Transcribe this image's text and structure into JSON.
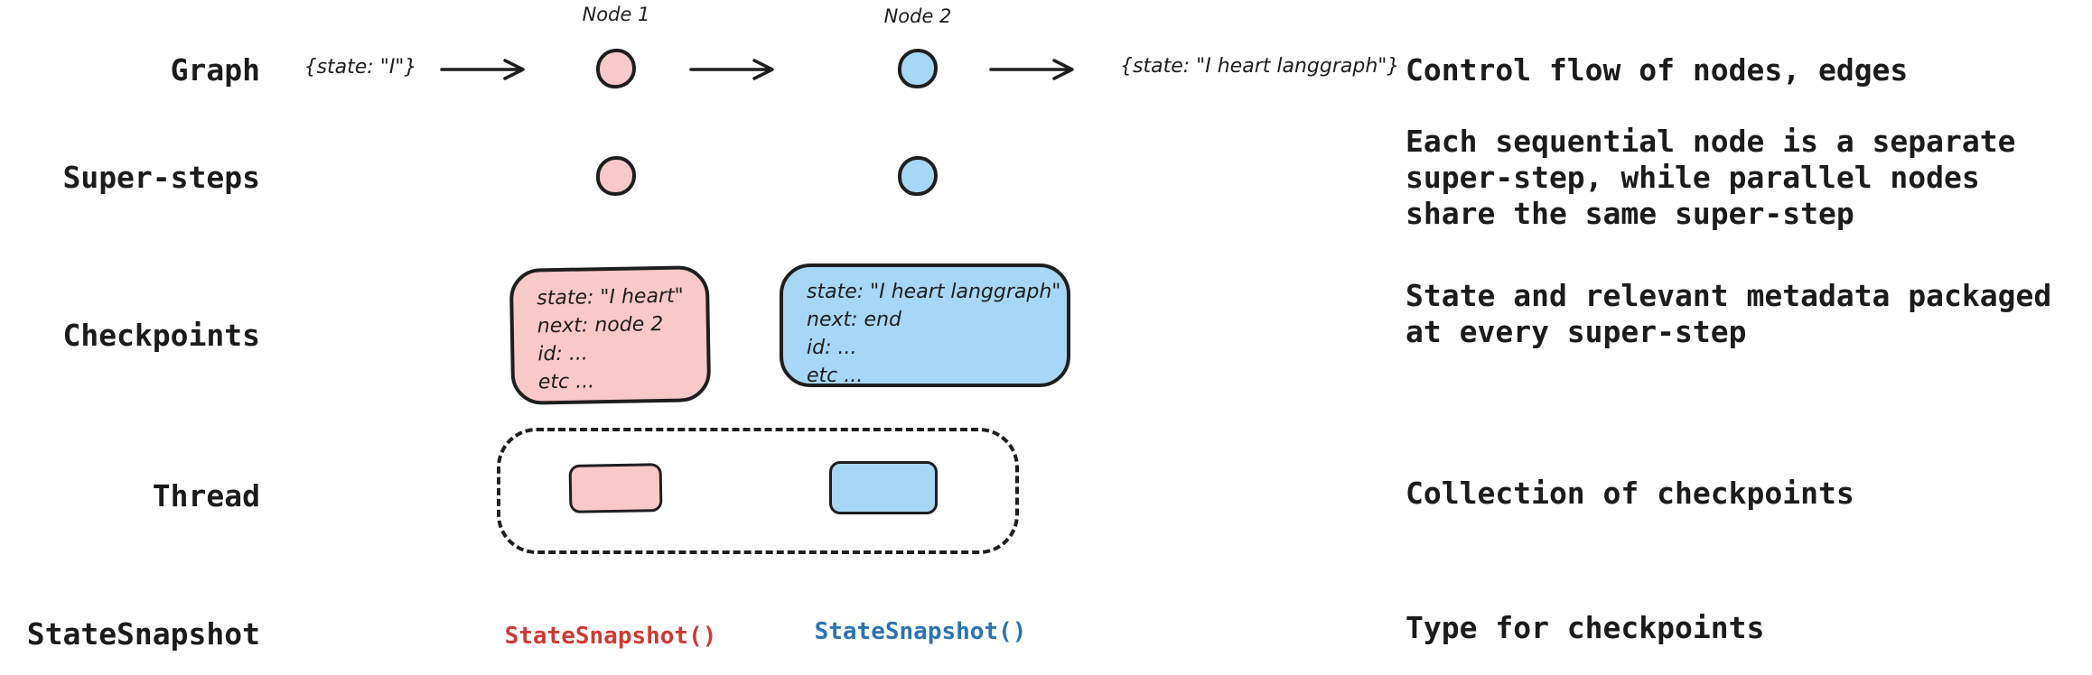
{
  "rows": {
    "graph": {
      "label": "Graph",
      "input_state": "{state: \"I\"}",
      "node1_label": "Node 1",
      "node2_label": "Node 2",
      "output_state": "{state: \"I heart langgraph\"}",
      "description": "Control flow of nodes, edges"
    },
    "supersteps": {
      "label": "Super-steps",
      "description_lines": [
        "Each sequential node is a separate",
        "super-step, while parallel nodes",
        "share the same super-step"
      ]
    },
    "checkpoints": {
      "label": "Checkpoints",
      "checkpoint1_lines": [
        "state: \"I heart\"",
        "next: node 2",
        "id: ...",
        "etc ..."
      ],
      "checkpoint2_lines": [
        "state: \"I heart langgraph\"",
        "next: end",
        "id: ...",
        "etc ..."
      ],
      "description_lines": [
        "State and relevant metadata packaged",
        "at every super-step"
      ]
    },
    "thread": {
      "label": "Thread",
      "description": "Collection of checkpoints"
    },
    "statesnapshot": {
      "label": "StateSnapshot",
      "snapshot1": "StateSnapshot()",
      "snapshot2": "StateSnapshot()",
      "description": "Type for checkpoints"
    }
  },
  "colors": {
    "node1_fill": "#f9c8c8",
    "node2_fill": "#a7d7f6",
    "outline": "#1e1e1e",
    "snapshot1_text": "#cf3a32",
    "snapshot2_text": "#2b73b2",
    "text": "#1b1b1b"
  }
}
